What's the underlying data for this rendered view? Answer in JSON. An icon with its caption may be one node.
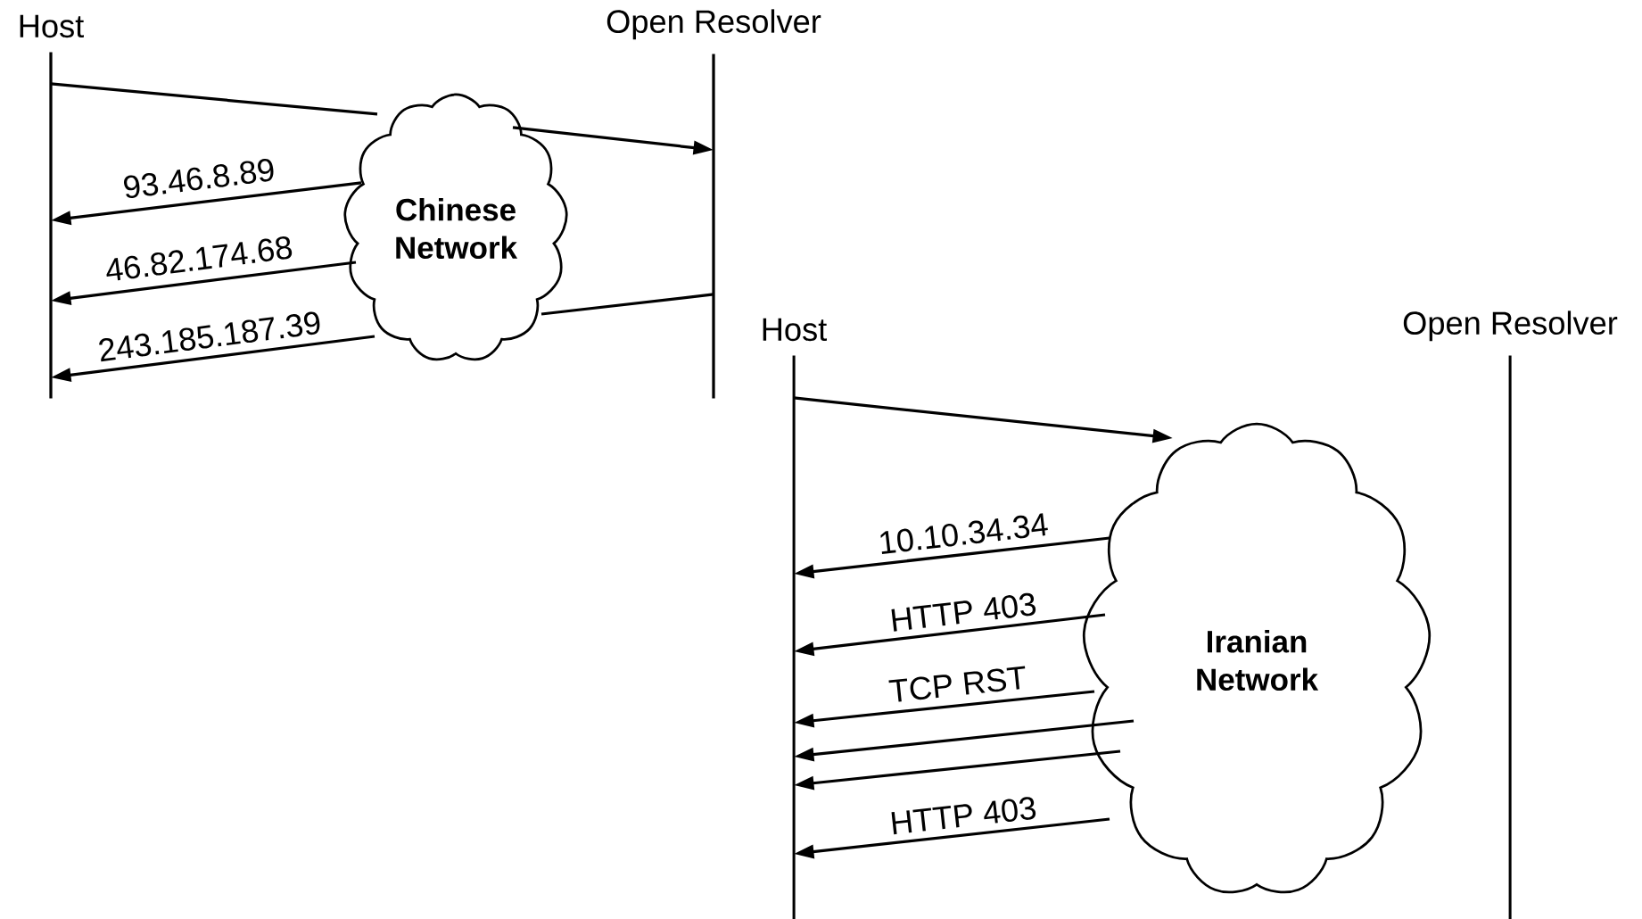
{
  "diagram": {
    "nodes": [
      {
        "text": [
          "Host"
        ]
      },
      {
        "text": [
          "Open Resolver"
        ]
      },
      {
        "text": [
          "Chinese Network"
        ]
      },
      {
        "text": [
          "Host"
        ]
      },
      {
        "text": [
          "Open Resolver"
        ]
      },
      {
        "text": [
          "Iranian Network"
        ]
      }
    ],
    "edges": [
      {
        "from": 0,
        "to": 2,
        "arrow": "none"
      },
      {
        "from": 2,
        "to": 0,
        "arrow": "to",
        "label": "93.46.8.89"
      },
      {
        "from": 2,
        "to": 0,
        "arrow": "to",
        "label": "46.82.174.68"
      },
      {
        "from": 2,
        "to": 0,
        "arrow": "to",
        "label": "243.185.187.39"
      },
      {
        "from": 1,
        "to": 2,
        "arrow": "none"
      },
      {
        "from": 3,
        "to": 5,
        "arrow": "to"
      },
      {
        "from": 5,
        "to": 3,
        "arrow": "to",
        "label": "10.10.34.34"
      },
      {
        "from": 5,
        "to": 3,
        "arrow": "to",
        "label": "HTTP 403"
      },
      {
        "from": 5,
        "to": 3,
        "arrow": "to",
        "label": "TCP RST"
      },
      {
        "from": 5,
        "to": 3,
        "arrow": "to"
      },
      {
        "from": 5,
        "to": 3,
        "arrow": "to"
      },
      {
        "from": 5,
        "to": 3,
        "arrow": "to",
        "label": "HTTP 403"
      },
      {
        "from": 2,
        "to": 1,
        "arrow": "to"
      }
    ]
  }
}
